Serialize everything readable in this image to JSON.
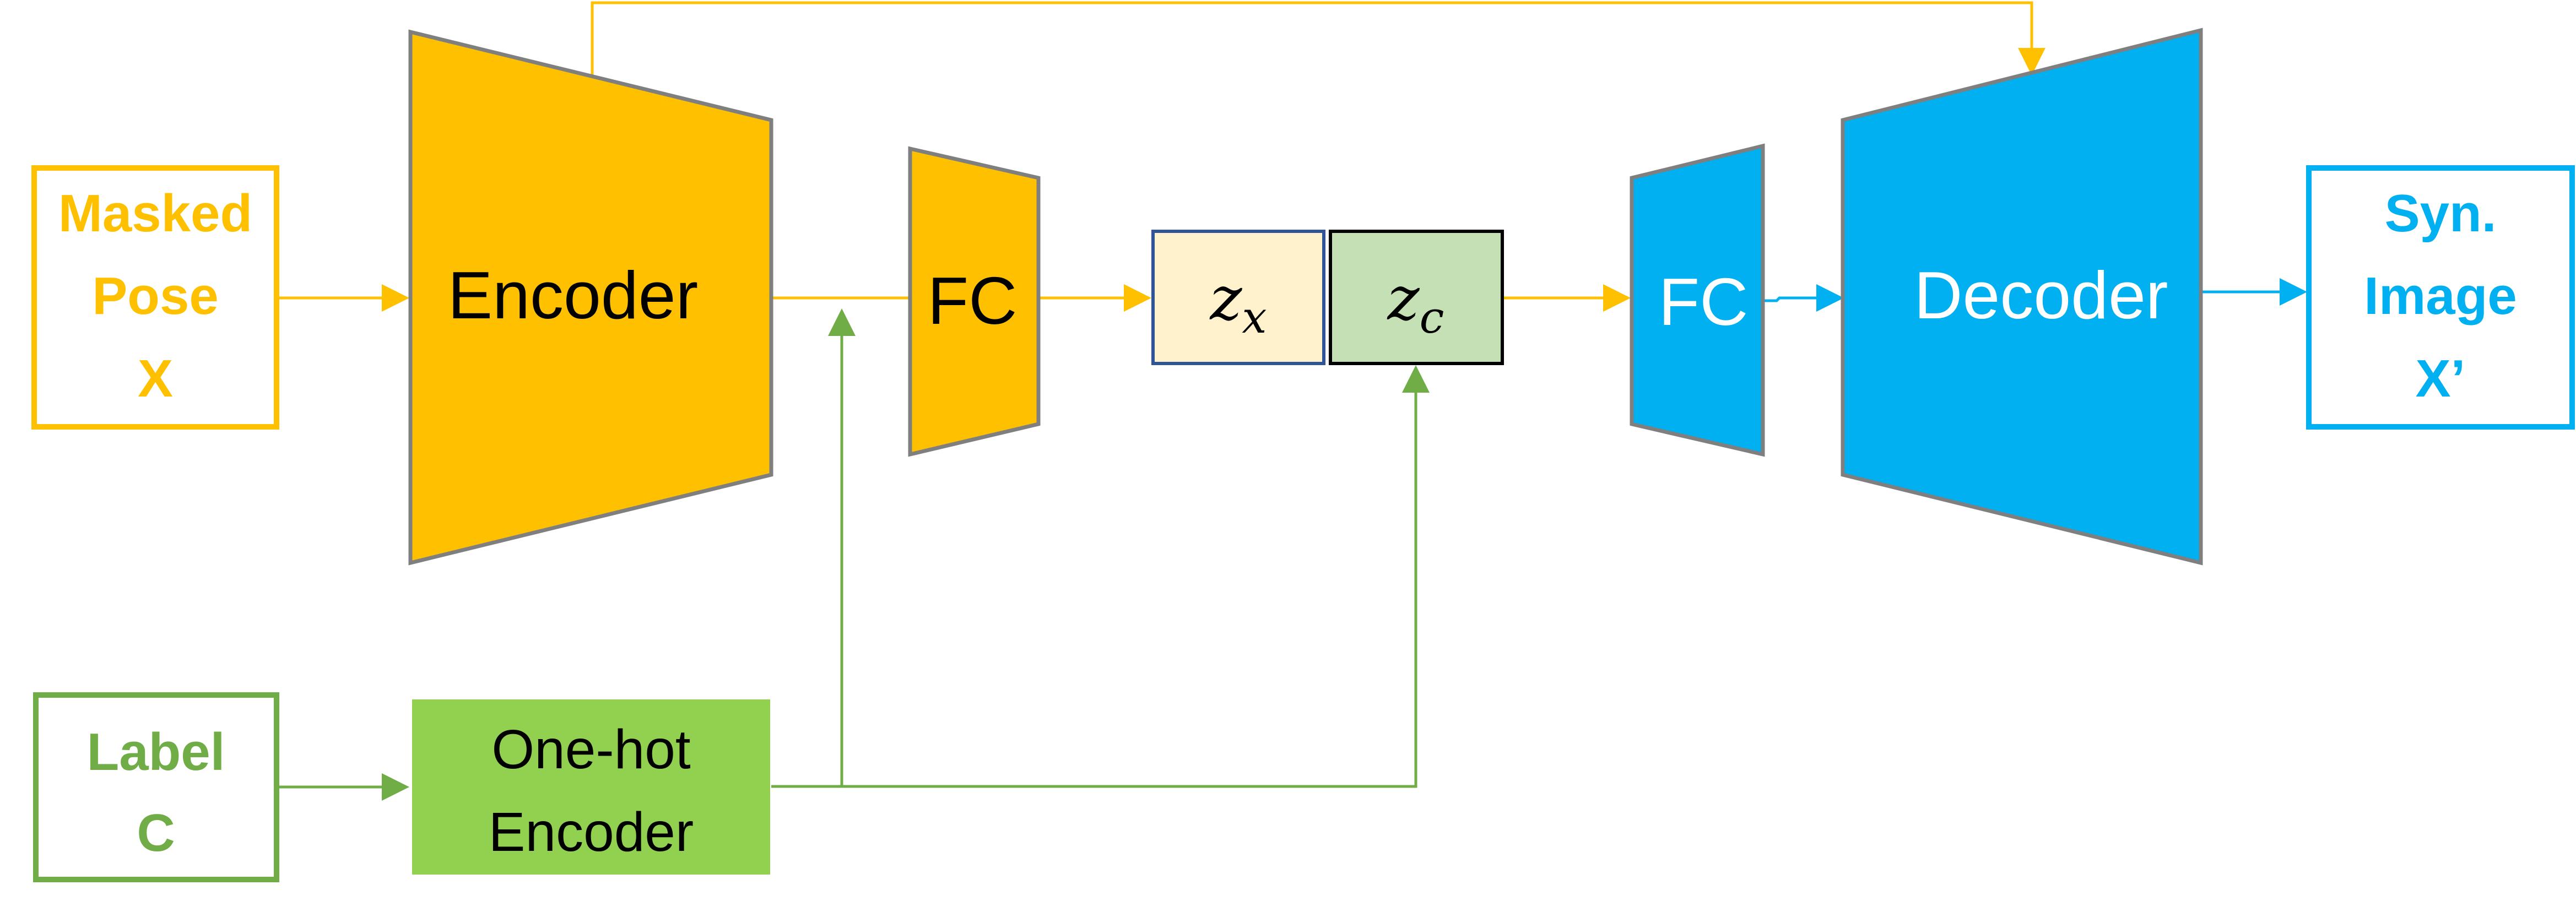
{
  "colors": {
    "encoder": "#FFC000",
    "decoder": "#00B0F0",
    "onehot": "#92D050",
    "label_green": "#70AD47",
    "zx_fill": "#FFF2CC",
    "zx_border": "#2F5597",
    "zc_fill": "#C5E0B4",
    "zc_border": "#000000",
    "shape_border": "#7F7F7F"
  },
  "nodes": {
    "input": {
      "line1": "Masked",
      "line2": "Pose",
      "line3": "X"
    },
    "encoder": {
      "label": "Encoder"
    },
    "fc_encoder": {
      "label": "FC"
    },
    "latent_x": {
      "symbol": "z",
      "subscript": "x"
    },
    "latent_c": {
      "symbol": "z",
      "subscript": "c"
    },
    "fc_decoder": {
      "label": "FC"
    },
    "decoder": {
      "label": "Decoder"
    },
    "output": {
      "line1": "Syn.",
      "line2": "Image",
      "line3": "X’"
    },
    "label": {
      "line1": "Label",
      "line2": "C"
    },
    "onehot": {
      "line1": "One-hot",
      "line2": "Encoder"
    }
  }
}
